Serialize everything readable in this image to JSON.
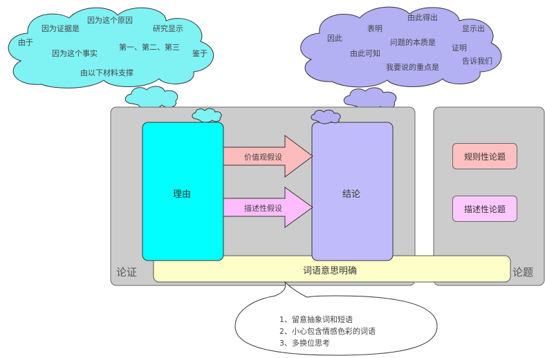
{
  "left_cloud": {
    "phrases": [
      "因为这个原因",
      "因为证据是",
      "研究显示",
      "由于",
      "第一、第二、第三",
      "因为这个事实",
      "鉴于",
      "由以下材料支撑"
    ]
  },
  "right_cloud": {
    "phrases": [
      "由此得出",
      "表明",
      "显示出",
      "因此",
      "问题的本质是",
      "证明",
      "由此可知",
      "告诉我们",
      "我要说的重点是"
    ]
  },
  "argument": {
    "label": "论证",
    "reason": "理由",
    "conclusion": "结论",
    "arrow_value": "价值观假设",
    "arrow_descriptive": "描述性假设"
  },
  "topic": {
    "label": "论题",
    "normative": "规则性论题",
    "descriptive": "描述性论题"
  },
  "clarity_bar": {
    "label": "词语意思明确"
  },
  "bottom_note": {
    "lines": [
      "1、留意抽象词和短语",
      "2、小心包含情感色彩的词语",
      "3、多换位思考"
    ]
  },
  "colors": {
    "cloud_left": "#7ff2f4",
    "cloud_right": "#b3b0f4",
    "panel": "#cccccc",
    "reason_box": "#00ffff",
    "conclusion_box": "#c0bcfb",
    "arrow_value": "#fdbcbc",
    "arrow_descriptive": "#fdbdfd",
    "topic_normative": "#fdc0c0",
    "topic_descriptive": "#fdc8fd",
    "clarity_bar": "#fefec9"
  }
}
